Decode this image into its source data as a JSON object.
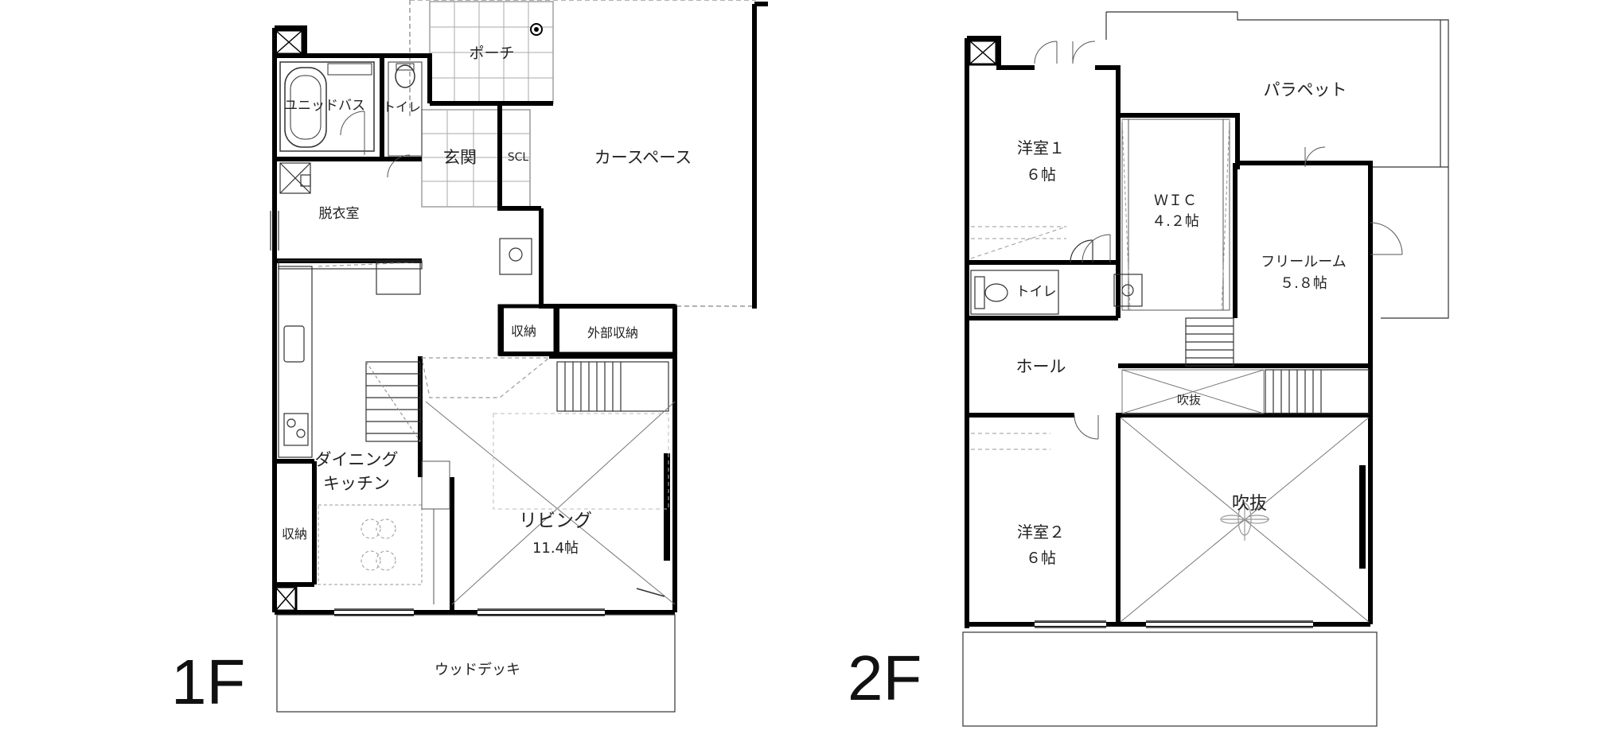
{
  "floors": [
    {
      "label": "1F",
      "rooms": {
        "porch": "ポーチ",
        "unit_bath": "ユニッドバス",
        "toilet": "トイレ",
        "entrance": "玄関",
        "scl": "SCL",
        "car_space": "カースペース",
        "dressing": "脱衣室",
        "storage": "収納",
        "outdoor_storage": "外部収納",
        "dining_kitchen_1": "ダイニング",
        "dining_kitchen_2": "キッチン",
        "storage_left": "収納",
        "living": "リビング",
        "living_size": "11.4帖",
        "wood_deck": "ウッドデッキ"
      }
    },
    {
      "label": "2F",
      "rooms": {
        "parapet": "パラペット",
        "western1": "洋室１",
        "western1_size": "６帖",
        "wic": "ＷＩＣ",
        "wic_size": "４.２帖",
        "free_room": "フリールーム",
        "free_room_size": "５.８帖",
        "toilet": "トイレ",
        "hall": "ホール",
        "void_small": "吹抜",
        "western2": "洋室２",
        "western2_size": "６帖",
        "void_large": "吹抜"
      }
    }
  ],
  "colors": {
    "wall": "#000000",
    "thin": "#555555",
    "dashed": "#999999"
  }
}
